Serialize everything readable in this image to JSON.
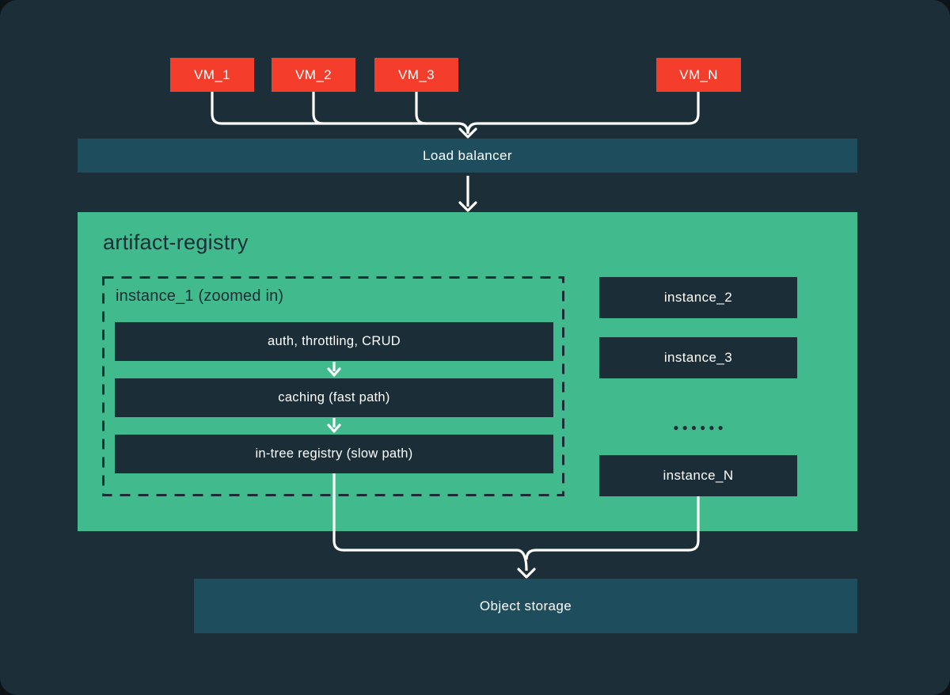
{
  "colors": {
    "background": "#1c2f38",
    "panel_green": "#41ba8d",
    "bar_teal": "#1e4d5e",
    "node_red": "#f43d2a",
    "box_dark": "#1b2d36",
    "line_white": "#ffffff",
    "dark_text": "#1b2d36"
  },
  "vms": [
    {
      "label": "VM_1"
    },
    {
      "label": "VM_2"
    },
    {
      "label": "VM_3"
    },
    {
      "label": "VM_N"
    }
  ],
  "load_balancer": {
    "label": "Load balancer"
  },
  "registry": {
    "title": "artifact-registry",
    "instance_1": {
      "title": "instance_1 (zoomed in)",
      "stages": [
        {
          "label": "auth, throttling, CRUD"
        },
        {
          "label": "caching (fast path)"
        },
        {
          "label": "in-tree registry (slow path)"
        }
      ]
    },
    "other_instances": [
      {
        "label": "instance_2"
      },
      {
        "label": "instance_3"
      },
      {
        "label": "instance_N"
      }
    ],
    "ellipsis": "●●●●●●"
  },
  "object_storage": {
    "label": "Object storage"
  }
}
